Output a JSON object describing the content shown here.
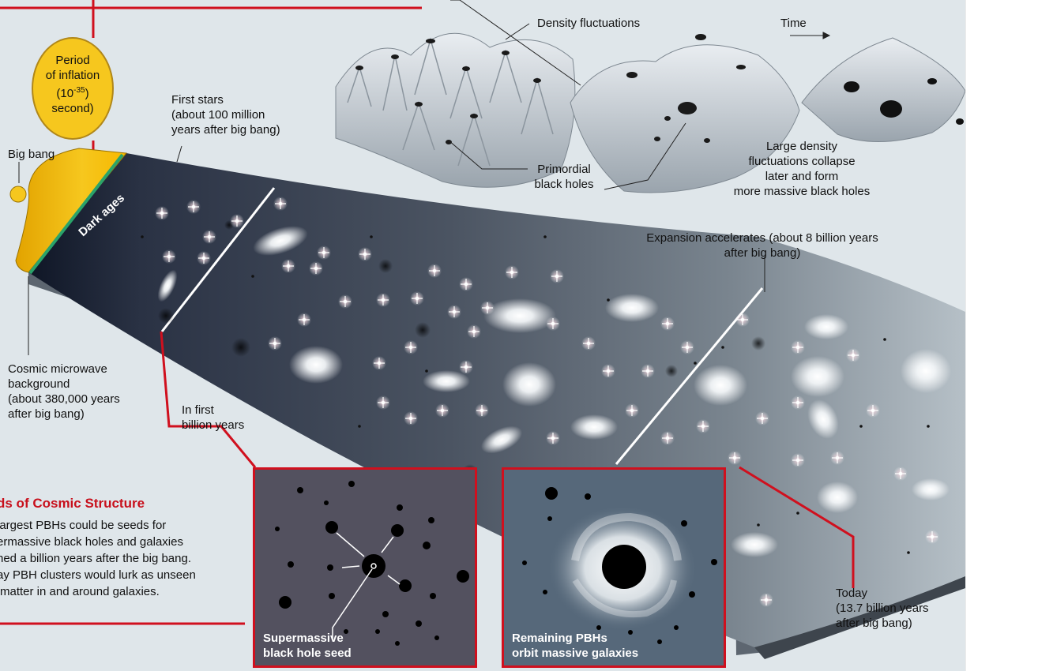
{
  "labels": {
    "inflation": [
      "Period",
      "of inflation",
      "(10",
      "-35",
      ")",
      "second)"
    ],
    "big_bang": "Big bang",
    "first_stars": [
      "First stars",
      "(about 100 million",
      "years after big bang)"
    ],
    "density": "Density fluctuations",
    "time": "Time",
    "primordial": [
      "Primordial",
      "black holes"
    ],
    "large_density": [
      "Large density",
      "fluctuations collapse",
      "later and form",
      "more massive black holes"
    ],
    "expansion": [
      "Expansion accelerates (about 8 billion years",
      "after big bang)"
    ],
    "dark_ages": "Dark ages",
    "cmb": [
      "Cosmic microwave",
      "background",
      "(about 380,000 years",
      "after big bang)"
    ],
    "first_billion": [
      "In first",
      "billion years"
    ],
    "today": [
      "Today",
      "(13.7 billion years",
      "after big bang)"
    ]
  },
  "sidebar": {
    "title": "ds of Cosmic Structure",
    "body": [
      "largest PBHs could be seeds for",
      "ermassive black holes and galaxies",
      "ned a billion years after the big bang.",
      "ay PBH clusters would lurk as unseen",
      "matter in and around galaxies."
    ]
  },
  "insets": {
    "left_caption": [
      "Supermassive",
      "black hole seed"
    ],
    "right_caption": [
      "Remaining PBHs",
      "orbit massive galaxies"
    ]
  },
  "colors": {
    "accent": "#d0101e",
    "inflation_yellow": "#f6c71e",
    "background": "#dfe6ea",
    "cmb_band": "#2aa36a"
  }
}
